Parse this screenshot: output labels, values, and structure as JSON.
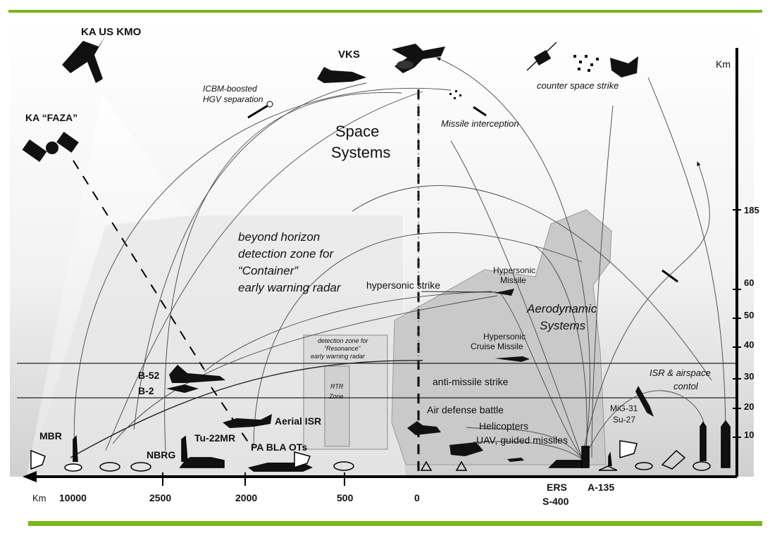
{
  "colors": {
    "accent_bar": "#7ab51d",
    "sky_top": "#ffffff",
    "sky_bottom": "#d4d4d4",
    "zone_fill": "#dedede",
    "aero_fill": "#cbcbcb",
    "ink": "#111111"
  },
  "labels": {
    "ka_us_kmo": "KA US KMO",
    "ka_faza": "KA “FAZA”",
    "vks": "VKS",
    "km_vertical": "Km",
    "icbm_1": "ICBM-boosted",
    "icbm_2": "HGV separation",
    "counter_space": "counter space strike",
    "missile_interception": "Missile interception",
    "space_1": "Space",
    "space_2": "Systems",
    "container_1": "beyond horizon",
    "container_2": "detection zone for",
    "container_3": "“Container”",
    "container_4": "early warning radar",
    "hypersonic_strike": "hypersonic strike",
    "hyp_missile_1": "Hypersonic",
    "hyp_missile_2": "Missile",
    "aero_1": "Aerodynamic",
    "aero_2": "Systems",
    "hyp_cruise_1": "Hypersonic",
    "hyp_cruise_2": "Cruise Missile",
    "resonance_1": "detection zone for",
    "resonance_2": "“Resonance”",
    "resonance_3": "early warning radar",
    "rtr_1": "RTR",
    "rtr_2": "Zone",
    "b52": "B-52",
    "b2": "B-2",
    "anti_missile": "anti-missile strike",
    "isr_1": "ISR & airspace",
    "isr_2": "contol",
    "air_defense": "Air defense battle",
    "aerial_isr": "Aerial ISR",
    "helicopters": "Helicopters",
    "uav": "UAV, guided missiles",
    "mig31": "MiG-31",
    "su27": "Su-27",
    "mbr": "MBR",
    "tu22": "Tu-22MR",
    "nbrg": "NBRG",
    "pa_bla": "PA BLA OTs",
    "ers": "ERS",
    "s400": "S-400",
    "a135": "A-135",
    "km_horizontal": "Km"
  },
  "altitude_ticks": [
    "185",
    "60",
    "50",
    "40",
    "30",
    "20",
    "10"
  ],
  "distance_ticks": [
    "10000",
    "2500",
    "2000",
    "500",
    "0"
  ],
  "icons": [
    "satellite-icon",
    "shuttle-icon",
    "bomber-icon",
    "missile-icon",
    "helicopter-icon",
    "launcher-icon",
    "radar-icon",
    "flag-icon"
  ]
}
